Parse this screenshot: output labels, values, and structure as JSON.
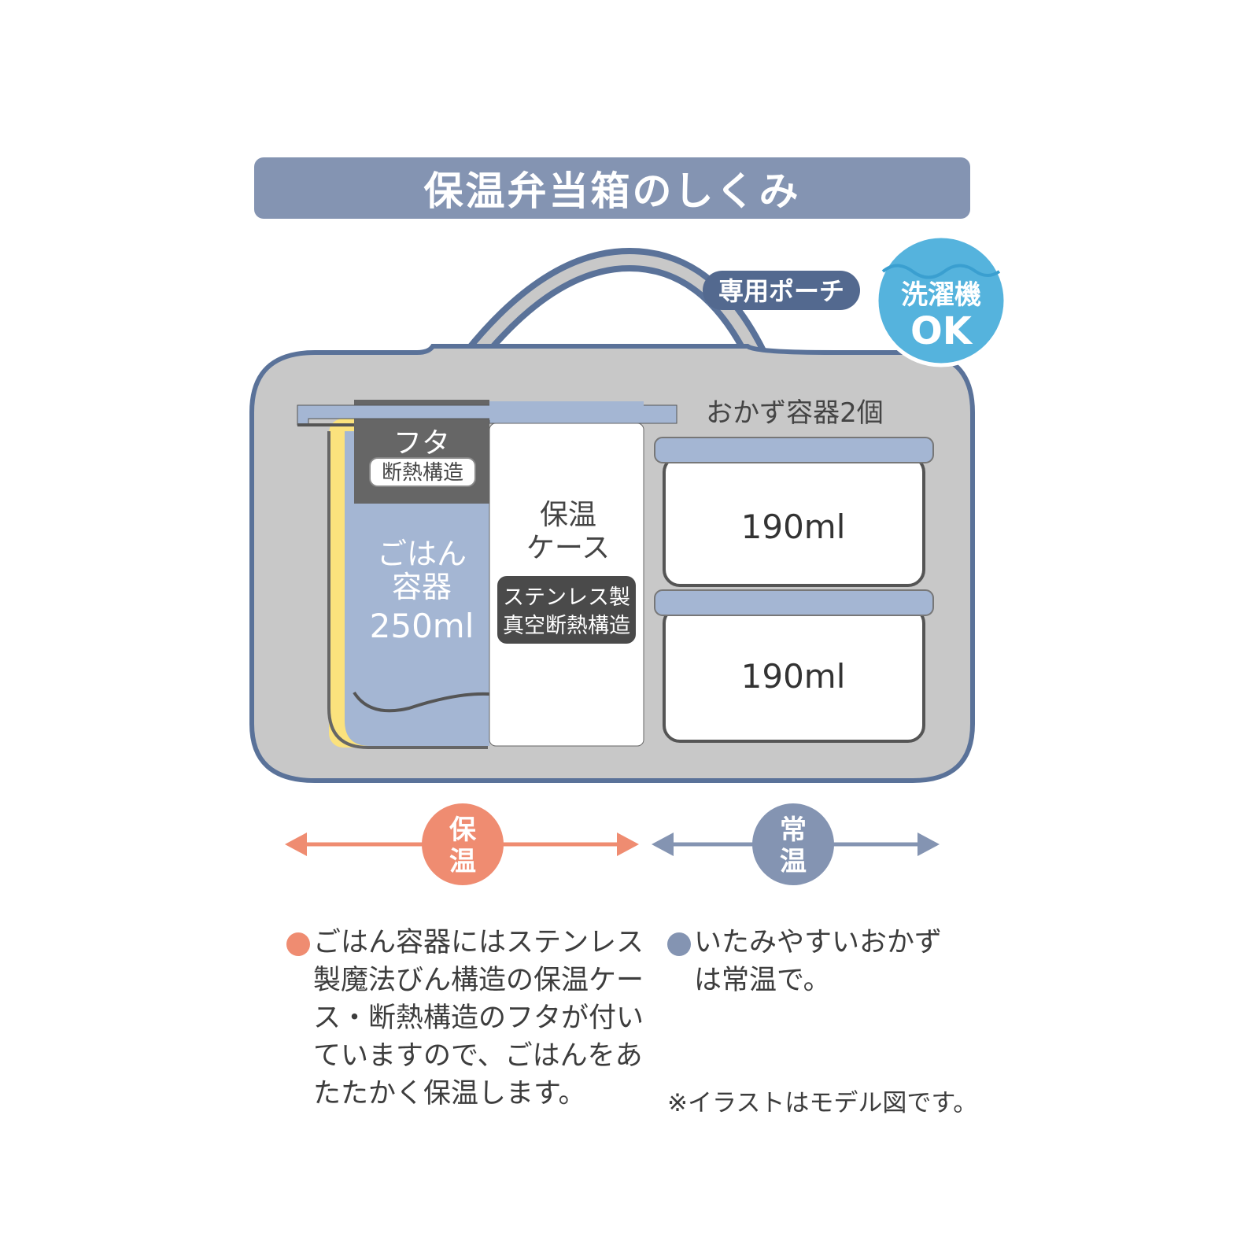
{
  "title": "保温弁当箱のしくみ",
  "colors": {
    "title_bar": "#8494b2",
    "bag_fill": "#c8c8c8",
    "bag_outline": "#5a7299",
    "lid_dark": "#666666",
    "rice_blue": "#a4b6d3",
    "case_white": "#ffffff",
    "insulation_yellow": "#fbe27d",
    "side_lid": "#a4b6d3",
    "washer_blue": "#55b3dd",
    "warm_orange": "#ef8c71",
    "room_blue": "#8494b2",
    "pouch_tag": "#53698f"
  },
  "pouch_label": "専用ポーチ",
  "washer_badge": {
    "line1": "洗濯機",
    "line2": "OK"
  },
  "lid": {
    "label": "フタ",
    "badge": "断熱構造"
  },
  "rice_container": {
    "line1": "ごはん",
    "line2": "容器",
    "capacity": "250ml"
  },
  "insulated_case": {
    "line1": "保温",
    "line2": "ケース",
    "badge_line1": "ステンレス製",
    "badge_line2": "真空断熱構造"
  },
  "side_dishes": {
    "heading": "おかず容器2個",
    "top_capacity": "190ml",
    "bottom_capacity": "190ml"
  },
  "warm_marker": {
    "char1": "保",
    "char2": "温"
  },
  "room_marker": {
    "char1": "常",
    "char2": "温"
  },
  "note_warm": {
    "lines": [
      "ごはん容器にはステンレス",
      "製魔法びん構造の保温ケー",
      "ス・断熱構造のフタが付い",
      "ていますので、ごはんをあ",
      "たたかく保温します。"
    ]
  },
  "note_room": {
    "lines": [
      "いたみやすいおかず",
      "は常温で。"
    ]
  },
  "disclaimer": "※イラストはモデル図です。"
}
